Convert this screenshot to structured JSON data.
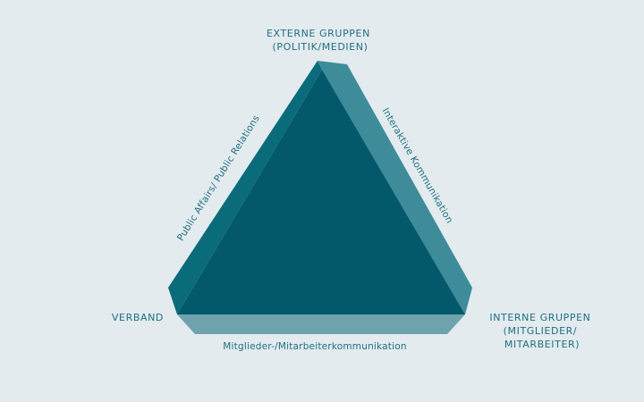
{
  "colors": {
    "background": "#e3ebef",
    "front_face": "#03596b",
    "left_bevel": "#0a6b7b",
    "right_bevel": "#3e8c9a",
    "bottom_bevel": "#6ea3ae",
    "label": "#1e6f80"
  },
  "nodes": {
    "top": {
      "line1": "EXTERNE GRUPPEN",
      "line2": "(POLITIK/MEDIEN)"
    },
    "left": {
      "line1": "VERBAND"
    },
    "right": {
      "line1": "INTERNE GRUPPEN",
      "line2": "(MITGLIEDER/",
      "line3": "MITARBEITER)"
    }
  },
  "edges": {
    "left": "Public Affairs/ Public Relations",
    "right": "Interaktive Kommunikation",
    "bottom": "Mitglieder-/Mitarbeiterkommunikation"
  }
}
